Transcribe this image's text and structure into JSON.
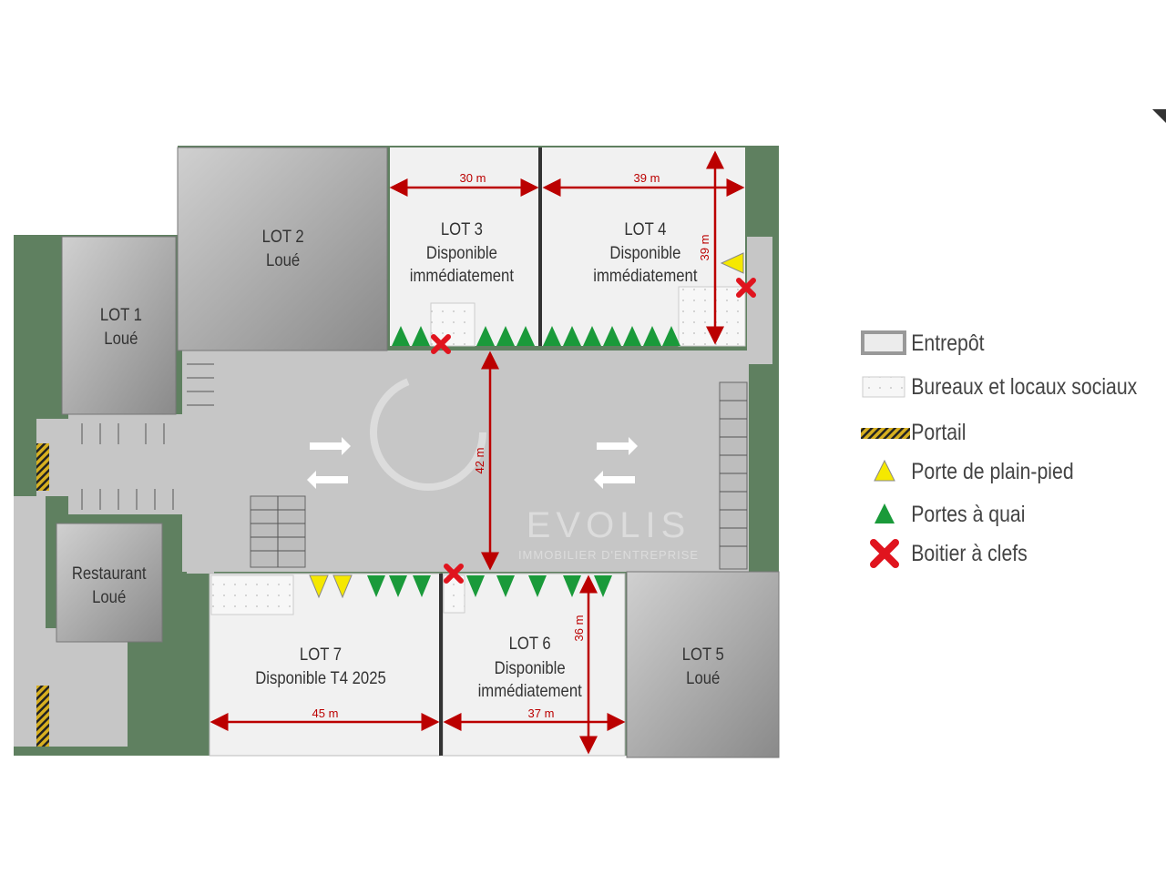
{
  "lots": {
    "lot1": {
      "name": "LOT 1",
      "status": "Loué"
    },
    "lot2": {
      "name": "LOT 2",
      "status": "Loué"
    },
    "lot3": {
      "name": "LOT 3",
      "status_line1": "Disponible",
      "status_line2": "immédiatement"
    },
    "lot4": {
      "name": "LOT 4",
      "status_line1": "Disponible",
      "status_line2": "immédiatement"
    },
    "lot5": {
      "name": "LOT 5",
      "status": "Loué"
    },
    "lot6": {
      "name": "LOT 6",
      "status_line1": "Disponible",
      "status_line2": "immédiatement"
    },
    "lot7": {
      "name": "LOT 7",
      "status": "Disponible T4 2025"
    },
    "restaurant": {
      "name": "Restaurant",
      "status": "Loué"
    }
  },
  "dimensions": {
    "lot3_width": "30 m",
    "lot4_width": "39 m",
    "lot4_depth": "39 m",
    "courtyard": "42 m",
    "lot6_depth": "36 m",
    "lot7_width": "45 m",
    "lot6_width": "37 m"
  },
  "watermark": {
    "brand": "EVOLIS",
    "tagline": "IMMOBILIER D'ENTREPRISE"
  },
  "legend": [
    {
      "label": "Entrepôt",
      "icon": "warehouse-swatch"
    },
    {
      "label": "Bureaux et locaux sociaux",
      "icon": "office-swatch"
    },
    {
      "label": "Portail",
      "icon": "gate-swatch"
    },
    {
      "label": "Porte de plain-pied",
      "icon": "yellow-triangle"
    },
    {
      "label": "Portes à quai",
      "icon": "green-triangle"
    },
    {
      "label": "Boitier à clefs",
      "icon": "red-cross"
    }
  ],
  "colors": {
    "green": "#5f8060",
    "road": "#c6c6c6",
    "lot_available": "#f1f1f1",
    "lot_rented": "#9e9e9e",
    "dimension": "#b00000",
    "dock_door": "#1a9a3a",
    "ground_door": "#f5e800",
    "key_box": "#e0141e"
  }
}
